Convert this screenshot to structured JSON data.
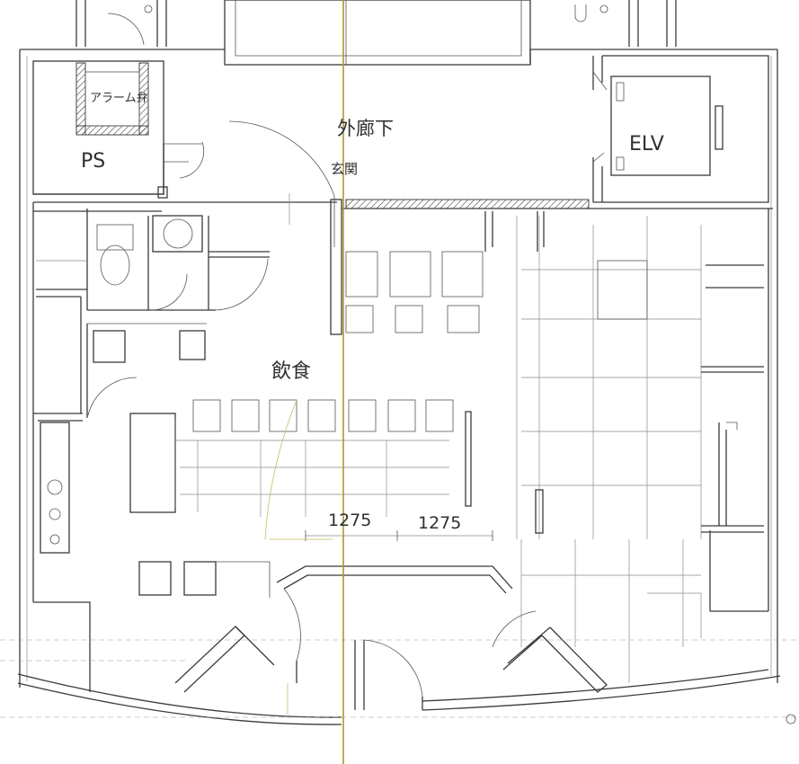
{
  "labels": {
    "alarm_valve": "アラーム弁",
    "ps": "PS",
    "outer_corridor": "外廊下",
    "entrance": "玄関",
    "elv": "ELV",
    "dining": "飲食",
    "dim_left": "1275",
    "dim_right": "1275"
  },
  "colors": {
    "line": "#3a3a3a",
    "centerline": "#a89a30",
    "paper": "#ffffff"
  }
}
